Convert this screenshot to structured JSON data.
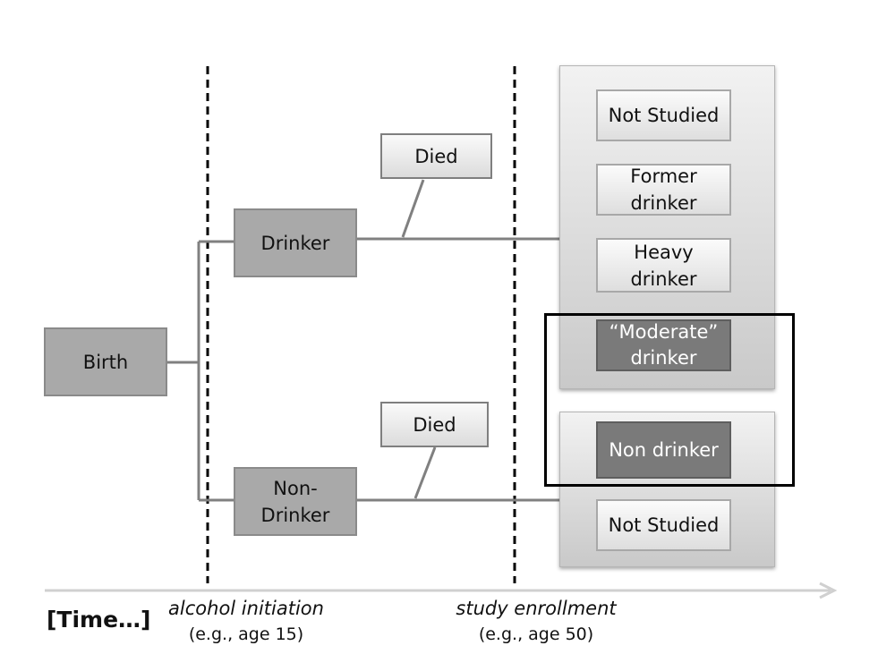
{
  "nodes": {
    "birth": "Birth",
    "drinker": "Drinker",
    "non_drinker_line1": "Non-",
    "non_drinker_line2": "Drinker",
    "died_upper": "Died",
    "died_lower": "Died"
  },
  "upper_panel": {
    "not_studied": "Not Studied",
    "former_line1": "Former",
    "former_line2": "drinker",
    "heavy_line1": "Heavy",
    "heavy_line2": "drinker",
    "moderate_line1": "“Moderate”",
    "moderate_line2": "drinker"
  },
  "lower_panel": {
    "non_drinker": "Non drinker",
    "not_studied": "Not Studied"
  },
  "timeline": {
    "label": "[Time…]",
    "marker1_title": "alcohol initiation",
    "marker1_sub": "(e.g., age 15)",
    "marker2_title": "study enrollment",
    "marker2_sub": "(e.g., age 50)"
  },
  "colors": {
    "dark_node": "#a9a9a9",
    "highlight_node": "#7a7a7a",
    "panel": "#dcdcdc",
    "connector": "#808080"
  }
}
